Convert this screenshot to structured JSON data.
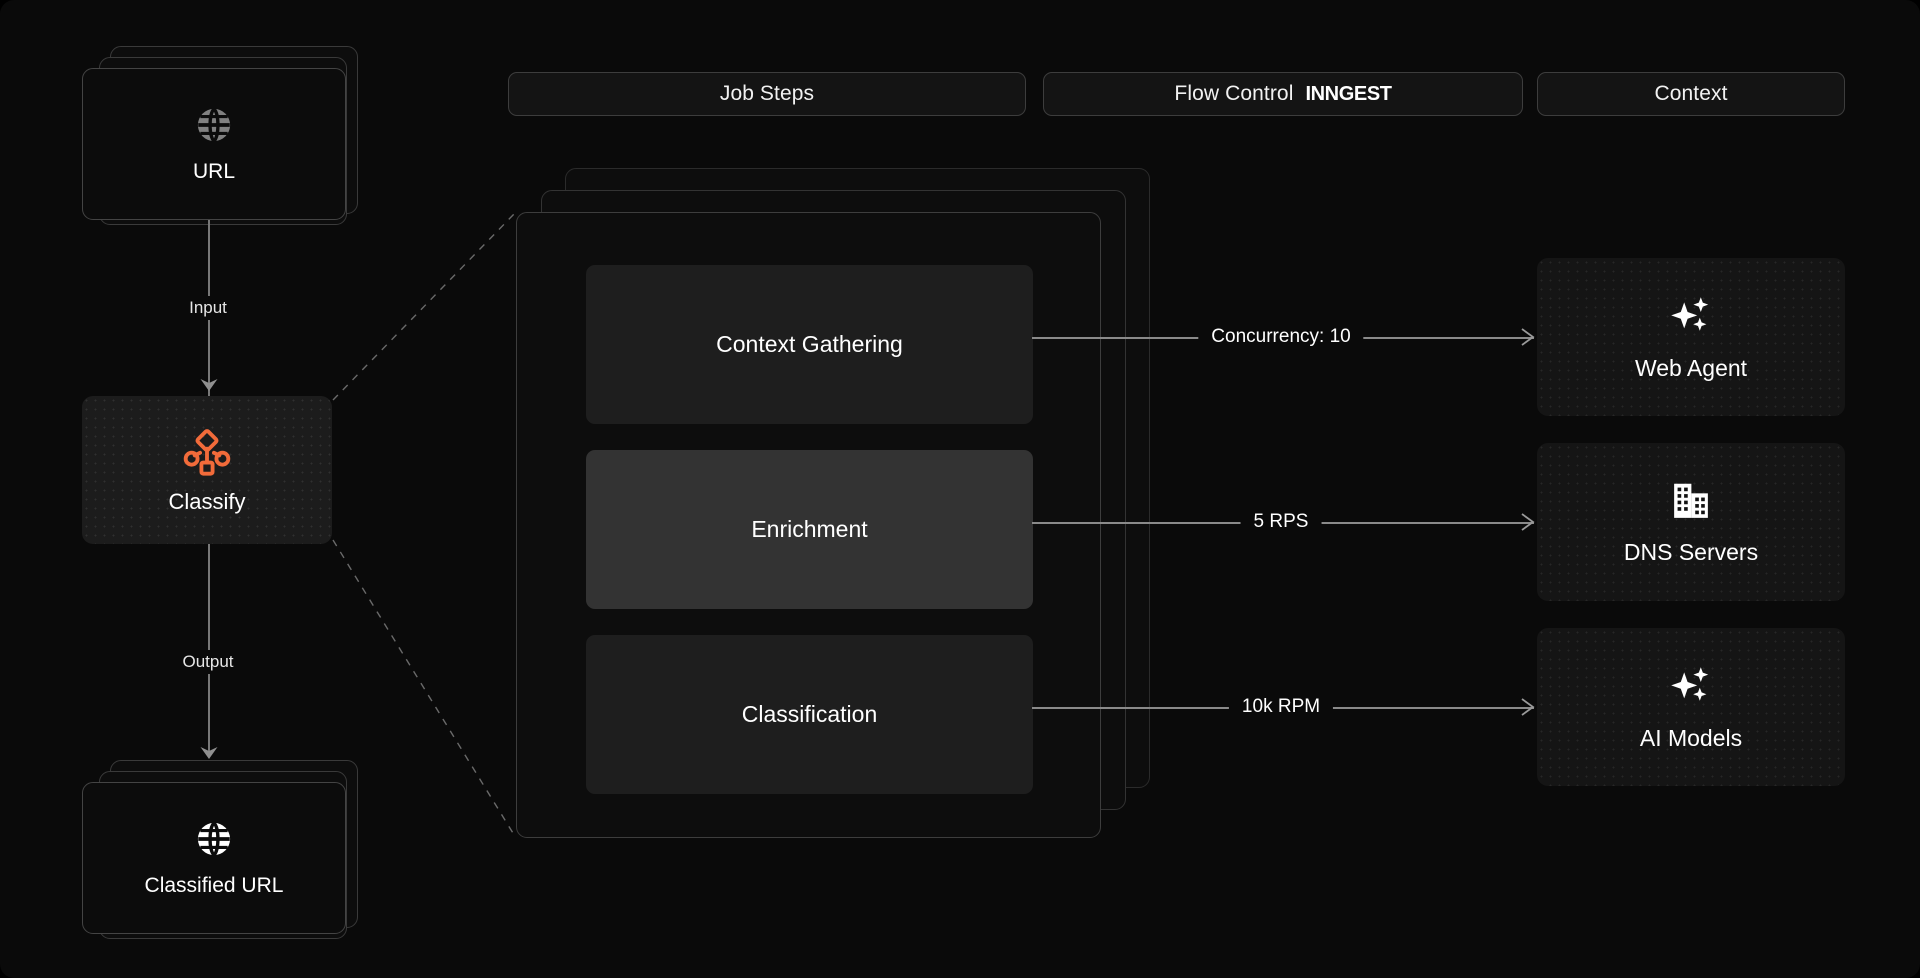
{
  "header": {
    "tabs": [
      {
        "id": "job-steps",
        "label": "Job Steps",
        "brand": ""
      },
      {
        "id": "flow-control",
        "label": "Flow Control",
        "brand": "INNGEST"
      },
      {
        "id": "context",
        "label": "Context",
        "brand": ""
      }
    ]
  },
  "left_column": {
    "input_card": {
      "label": "URL",
      "icon": "globe-icon",
      "stacked": true
    },
    "input_edge_label": "Input",
    "process_node": {
      "label": "Classify",
      "icon": "workflow-branch-icon",
      "accent": "#F26B3A"
    },
    "output_edge_label": "Output",
    "output_card": {
      "label": "Classified URL",
      "icon": "globe-icon",
      "stacked": true
    }
  },
  "job_steps": {
    "stacked_panels": 3,
    "steps": [
      {
        "id": "context-gathering",
        "label": "Context Gathering",
        "active": false
      },
      {
        "id": "enrichment",
        "label": "Enrichment",
        "active": true
      },
      {
        "id": "classification",
        "label": "Classification",
        "active": false
      }
    ]
  },
  "flow_control": {
    "connectors": [
      {
        "id": "concurrency",
        "label": "Concurrency: 10"
      },
      {
        "id": "rps",
        "label": "5 RPS"
      },
      {
        "id": "rpm",
        "label": "10k RPM"
      }
    ]
  },
  "context": {
    "cards": [
      {
        "id": "web-agent",
        "label": "Web Agent",
        "icon": "sparkles-icon"
      },
      {
        "id": "dns-servers",
        "label": "DNS Servers",
        "icon": "building-icon"
      },
      {
        "id": "ai-models",
        "label": "AI Models",
        "icon": "sparkles-icon"
      }
    ]
  },
  "colors": {
    "background": "#0a0a0a",
    "accent": "#F26B3A",
    "card_border": "#444444",
    "edge": "#8a8a8a",
    "text": "#ffffff"
  }
}
